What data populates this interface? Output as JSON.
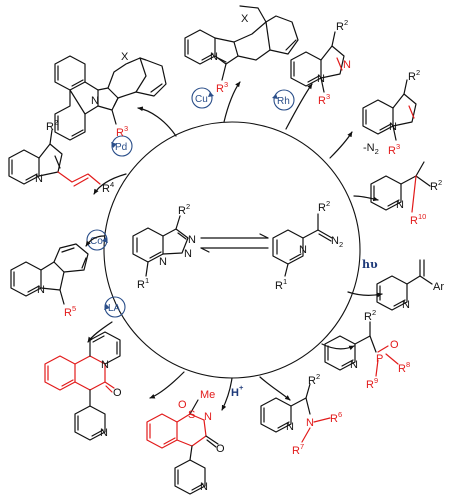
{
  "center": {
    "left_R1": "R",
    "left_R1_sup": "1",
    "left_R2": "R",
    "left_R2_sup": "2",
    "left_N": [
      "N",
      "N",
      "N"
    ],
    "right_R1": "R",
    "right_R1_sup": "1",
    "right_R2": "R",
    "right_R2_sup": "2",
    "right_N": "N",
    "right_N2": "N",
    "right_N2_sub": "2"
  },
  "catalysts": {
    "cu": "Cu",
    "rh": "Rh",
    "pd": "Pd",
    "co": "Co",
    "la": "LA"
  },
  "conditions": {
    "minus_n2": "-N",
    "minus_n2_sub": "2",
    "hv": "hυ",
    "h_plus": "H",
    "h_plus_sup": "+"
  },
  "products": {
    "p1": {
      "X": "X",
      "N": "N",
      "R": "R",
      "R_sup": "3"
    },
    "p2": {
      "X": "X",
      "N": "N",
      "R": "R",
      "R_sup": "3"
    },
    "p3": {
      "R2": "R",
      "R2_sup": "2",
      "N1": "N",
      "N2": "N",
      "R3": "R",
      "R3_sup": "3"
    },
    "p4": {
      "R2": "R",
      "R2_sup": "2",
      "N": "N",
      "R3": "R",
      "R3_sup": "3"
    },
    "p5": {
      "R2": "R",
      "R2_sup": "2",
      "N": "N",
      "R4": "R",
      "R4_sup": "4"
    },
    "p6": {
      "N": "N",
      "R": "R",
      "R_sup": "5"
    },
    "p7": {
      "N": "N",
      "O": "O",
      "N2": "N"
    },
    "p8": {
      "Me": "Me",
      "O": "O",
      "S": "S",
      "N": "N",
      "O2": "O",
      "N3": "N"
    },
    "p9": {
      "N": "N",
      "R2": "R",
      "R2_sup": "2",
      "R10": "R",
      "R10_sup": "10"
    },
    "p10": {
      "N": "N",
      "Ar": "Ar"
    },
    "p11": {
      "N": "N",
      "R2": "R",
      "R2_sup": "2",
      "O": "O",
      "P": "P",
      "R8": "R",
      "R8_sup": "8",
      "R9": "R",
      "R9_sup": "9"
    },
    "p12": {
      "N": "N",
      "R2": "R",
      "R2_sup": "2",
      "N2": "N",
      "R6": "R",
      "R6_sup": "6",
      "R7": "R",
      "R7_sup": "7"
    }
  }
}
